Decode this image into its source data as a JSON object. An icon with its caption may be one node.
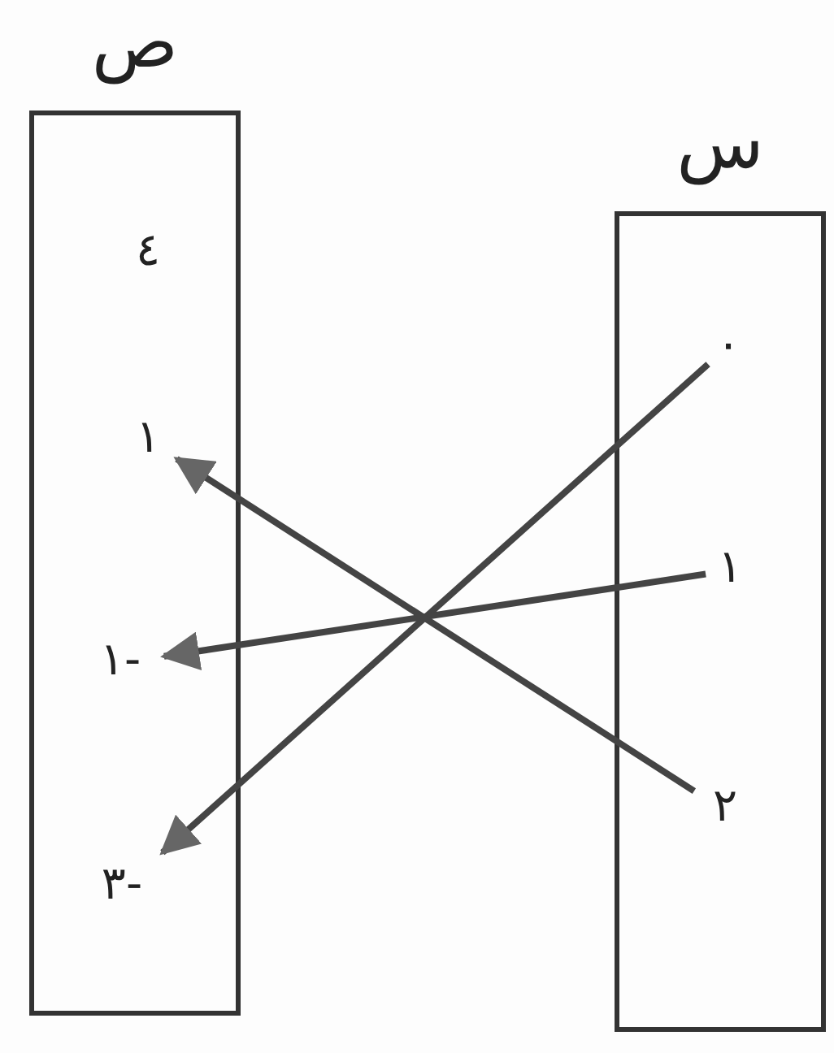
{
  "diagram": {
    "nodes": [
      {
        "text": [
          "ص"
        ]
      },
      {
        "text": [
          "٤"
        ],
        "in": 0
      },
      {
        "text": [
          "١"
        ],
        "in": 0
      },
      {
        "text": [
          "-١"
        ],
        "in": 0
      },
      {
        "text": [
          "-٣"
        ],
        "in": 0
      },
      {
        "text": [
          "س"
        ]
      },
      {
        "text": [
          "٠"
        ],
        "in": 5
      },
      {
        "text": [
          "١"
        ],
        "in": 5
      },
      {
        "text": [
          "٢"
        ],
        "in": 5
      }
    ],
    "edges": [
      {
        "from": 6,
        "to": 4,
        "arrow": "to"
      },
      {
        "from": 7,
        "to": 3,
        "arrow": "to"
      },
      {
        "from": 8,
        "to": 2,
        "arrow": "to"
      }
    ]
  }
}
